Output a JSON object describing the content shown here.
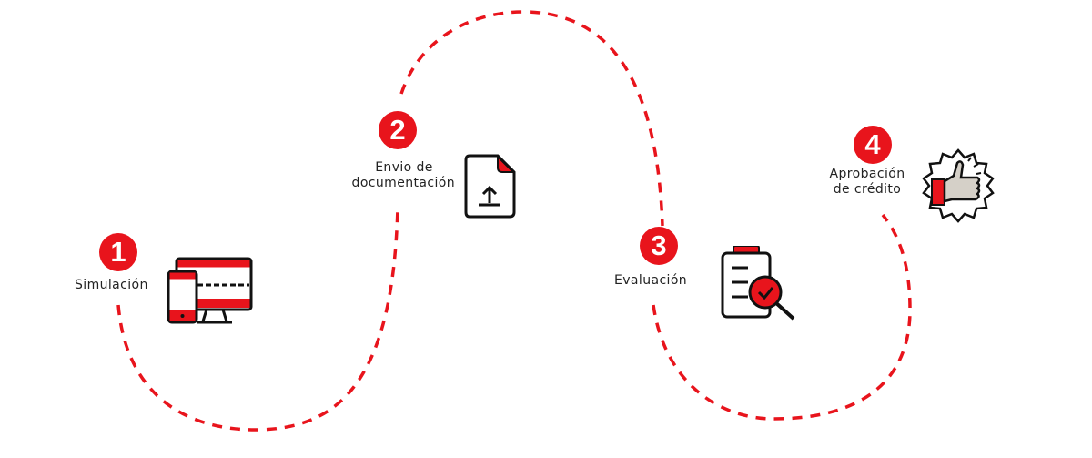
{
  "accent_color": "#e8141c",
  "steps": [
    {
      "number": "1",
      "label": "Simulación",
      "icon": "devices-icon"
    },
    {
      "number": "2",
      "label_line1": "Envio de",
      "label_line2": "documentación",
      "icon": "document-upload-icon"
    },
    {
      "number": "3",
      "label": "Evaluación",
      "icon": "clipboard-check-icon"
    },
    {
      "number": "4",
      "label_line1": "Aprobación",
      "label_line2": "de crédito",
      "icon": "thumbs-up-icon"
    }
  ]
}
